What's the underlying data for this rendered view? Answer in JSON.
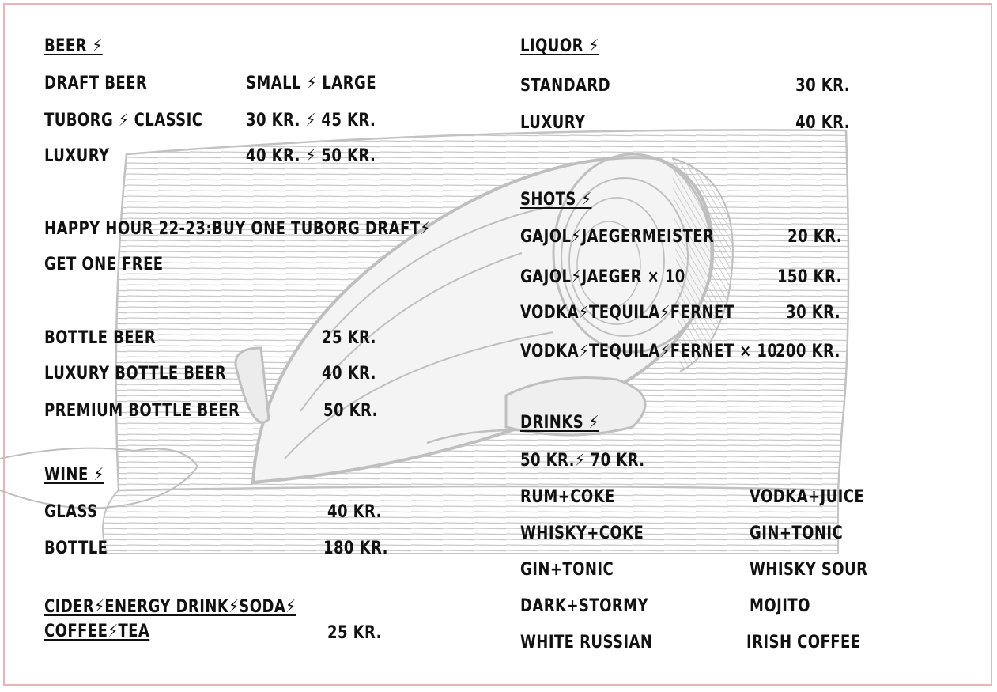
{
  "beer": {
    "heading": "BEER ⚡",
    "draft_label": "DRAFT BEER",
    "draft_sizes": "SMALL ⚡ LARGE",
    "tuborg_label": "TUBORG ⚡ CLASSIC",
    "tuborg_price": "30 KR. ⚡ 45 KR.",
    "luxury_label": "LUXURY",
    "luxury_price": "40 KR. ⚡ 50 KR.",
    "happy_line1": "HAPPY HOUR 22-23:BUY ONE TUBORG DRAFT⚡",
    "happy_line2": "GET ONE FREE",
    "bottle_label": "BOTTLE BEER",
    "bottle_price": "25 KR.",
    "luxury_bottle_label": "LUXURY BOTTLE BEER",
    "luxury_bottle_price": "40 KR.",
    "premium_bottle_label": "PREMIUM BOTTLE BEER",
    "premium_bottle_price": "50 KR."
  },
  "wine": {
    "heading": "WINE ⚡",
    "glass_label": "GLASS",
    "glass_price": "40 KR.",
    "bottle_label": "BOTTLE",
    "bottle_price": "180 KR."
  },
  "cider": {
    "heading_line1": "CIDER⚡ENERGY DRINK⚡SODA⚡",
    "heading_line2": "COFFEE⚡TEA",
    "price": "25 KR."
  },
  "liquor": {
    "heading": "LIQUOR ⚡",
    "standard_label": "STANDARD",
    "standard_price": "30 KR.",
    "luxury_label": "LUXURY",
    "luxury_price": "40 KR."
  },
  "shots": {
    "heading": "SHOTS ⚡",
    "items": [
      {
        "label": "GAJOL⚡JAEGERMEISTER",
        "price": "20 KR."
      },
      {
        "label": "GAJOL⚡JAEGER × 10",
        "price": "150 KR."
      },
      {
        "label": "VODKA⚡TEQUILA⚡FERNET",
        "price": "30 KR."
      },
      {
        "label": "VODKA⚡TEQUILA⚡FERNET × 10",
        "price": "200 KR."
      }
    ]
  },
  "drinks": {
    "heading": "DRINKS ⚡",
    "price": "50 KR.⚡ 70 KR.",
    "left": [
      "RUM+COKE",
      "WHISKY+COKE",
      "GIN+TONIC",
      "DARK+STORMY",
      "WHITE RUSSIAN"
    ],
    "right": [
      "VODKA+JUICE",
      "GIN+TONIC",
      "WHISKY SOUR",
      "MOJITO",
      "IRISH COFFEE"
    ]
  },
  "colors": {
    "text": "#111111",
    "frame": "#e8b4b8",
    "sketch": "#c4c4c4"
  }
}
